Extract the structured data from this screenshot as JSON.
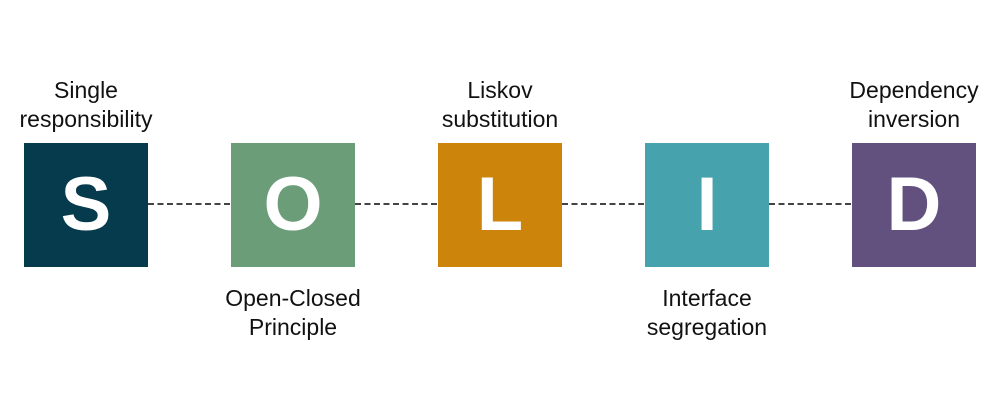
{
  "principles": [
    {
      "letter": "S",
      "label_lines": [
        "Single",
        "responsibility"
      ],
      "color": "#063a4d"
    },
    {
      "letter": "O",
      "label_lines": [
        "Open-Closed",
        "Principle"
      ],
      "color": "#6b9d79"
    },
    {
      "letter": "L",
      "label_lines": [
        "Liskov",
        "substitution"
      ],
      "color": "#cc840b"
    },
    {
      "letter": "I",
      "label_lines": [
        "Interface",
        "segregation"
      ],
      "color": "#46a2ac"
    },
    {
      "letter": "D",
      "label_lines": [
        "Dependency",
        "inversion"
      ],
      "color": "#62507f"
    }
  ]
}
